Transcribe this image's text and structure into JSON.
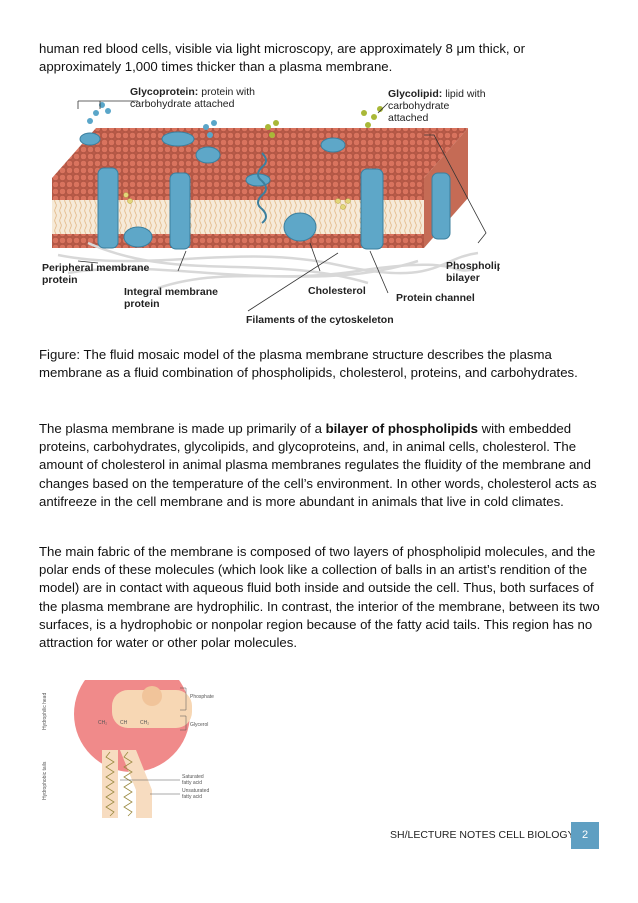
{
  "intro": "human red blood cells, visible via light microscopy, are approximately 8 μm thick, or approximately 1,000 times thicker than a plasma membrane.",
  "figure1": {
    "labels": {
      "glycoprotein_bold": "Glycoprotein:",
      "glycoprotein_rest_1": "protein with",
      "glycoprotein_rest_2": "carbohydrate attached",
      "glycolipid_bold": "Glycolipid:",
      "glycolipid_rest_1": "lipid with",
      "glycolipid_rest_2": "carbohydrate",
      "glycolipid_rest_3": "attached",
      "peripheral_1": "Peripheral membrane",
      "peripheral_2": "protein",
      "integral_1": "Integral membrane",
      "integral_2": "protein",
      "cholesterol": "Cholesterol",
      "phospholipid_1": "Phospholipid",
      "phospholipid_2": "bilayer",
      "protein_channel": "Protein channel",
      "filaments": "Filaments of the cytoskeleton"
    }
  },
  "caption": "Figure: The fluid mosaic model of the plasma membrane structure describes the plasma membrane as a fluid combination of phospholipids, cholesterol, proteins, and carbohydrates.",
  "bilayer_para": {
    "before": "The plasma membrane is made up primarily of a ",
    "bold": "bilayer of phospholipids",
    "after": " with embedded proteins, carbohydrates, glycolipids, and glycoproteins, and, in animal cells, cholesterol. The amount of cholesterol in animal plasma membranes regulates the fluidity of the membrane and changes based on the temperature of the cell’s environment. In other words, cholesterol acts as antifreeze in the cell membrane and is more abundant in animals that live in cold climates."
  },
  "fabric_para": "The main fabric of the membrane is composed of two layers of phospholipid molecules, and the polar ends of these molecules (which look like a collection of balls in an artist’s rendition of the model) are in contact with aqueous fluid both inside and outside the cell. Thus, both surfaces of the plasma membrane are hydrophilic. In contrast, the interior of the membrane, between its two surfaces, is a hydrophobic or nonpolar region because of the fatty acid tails. This region has no attraction for water or other polar molecules.",
  "figure2": {
    "labels": {
      "phosphate": "Phosphate",
      "glycerol": "Glycerol",
      "saturated_1": "Saturated",
      "saturated_2": "fatty acid",
      "unsaturated_1": "Unsaturated",
      "unsaturated_2": "fatty acid",
      "hydrophilic_head": "Hydrophilic head",
      "hydrophobic_tails": "Hydrophobic tails",
      "ch2": "CH₂",
      "ch": "CH",
      "ch2b": "CH₂"
    }
  },
  "footer": {
    "text": "SH/LECTURE NOTES CELL BIOLOGY",
    "page": "2"
  }
}
